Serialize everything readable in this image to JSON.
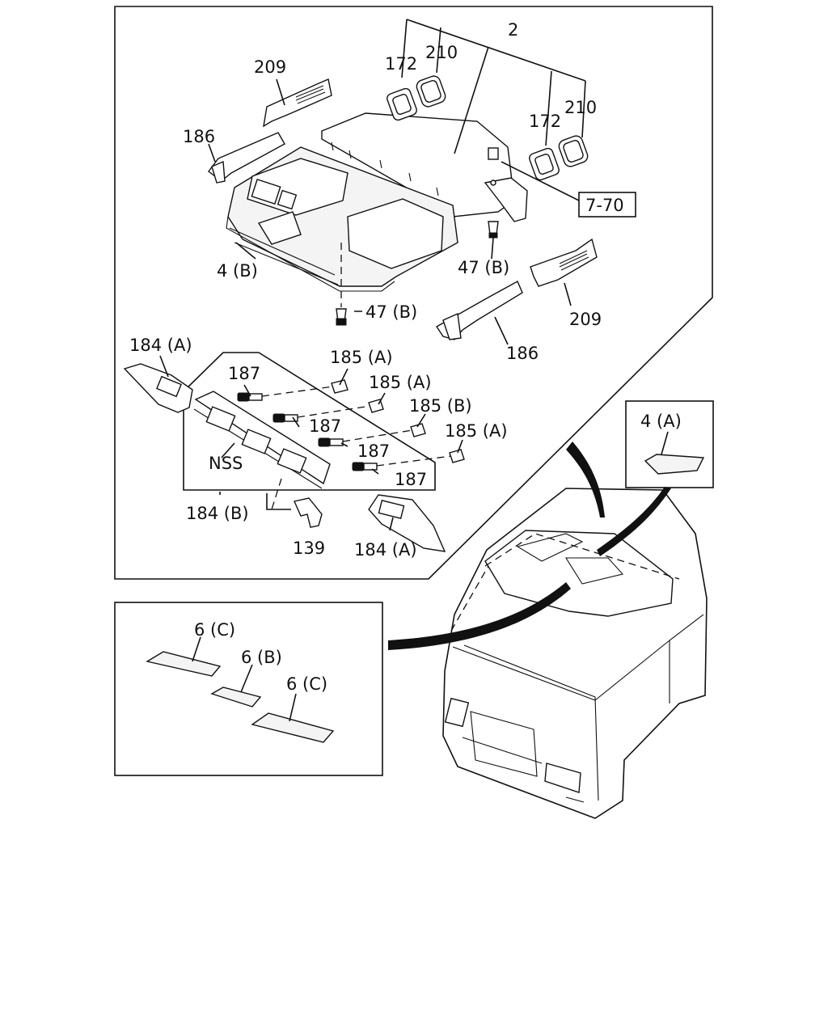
{
  "labels": {
    "l_2": "2",
    "l_172a": "172",
    "l_210a": "210",
    "l_172b": "172",
    "l_210b": "210",
    "l_209a": "209",
    "l_186a": "186",
    "l_ref": "7-70",
    "l_4b": "4 (B)",
    "l_47b_top": "47 (B)",
    "l_47b_bot": "47 (B)",
    "l_209b": "209",
    "l_186b": "186",
    "l_184a_top": "184 (A)",
    "l_187_a": "187",
    "l_185a_1": "185 (A)",
    "l_185a_2": "185 (A)",
    "l_185b": "185 (B)",
    "l_185a_3": "185 (A)",
    "l_187_b": "187",
    "l_187_c": "187",
    "l_187_d": "187",
    "l_nss": "NSS",
    "l_184b": "184 (B)",
    "l_139": "139",
    "l_184a_bot": "184 (A)",
    "l_4a": "4 (A)",
    "l_6c_top": "6 (C)",
    "l_6b": "6 (B)",
    "l_6c_bot": "6 (C)"
  }
}
